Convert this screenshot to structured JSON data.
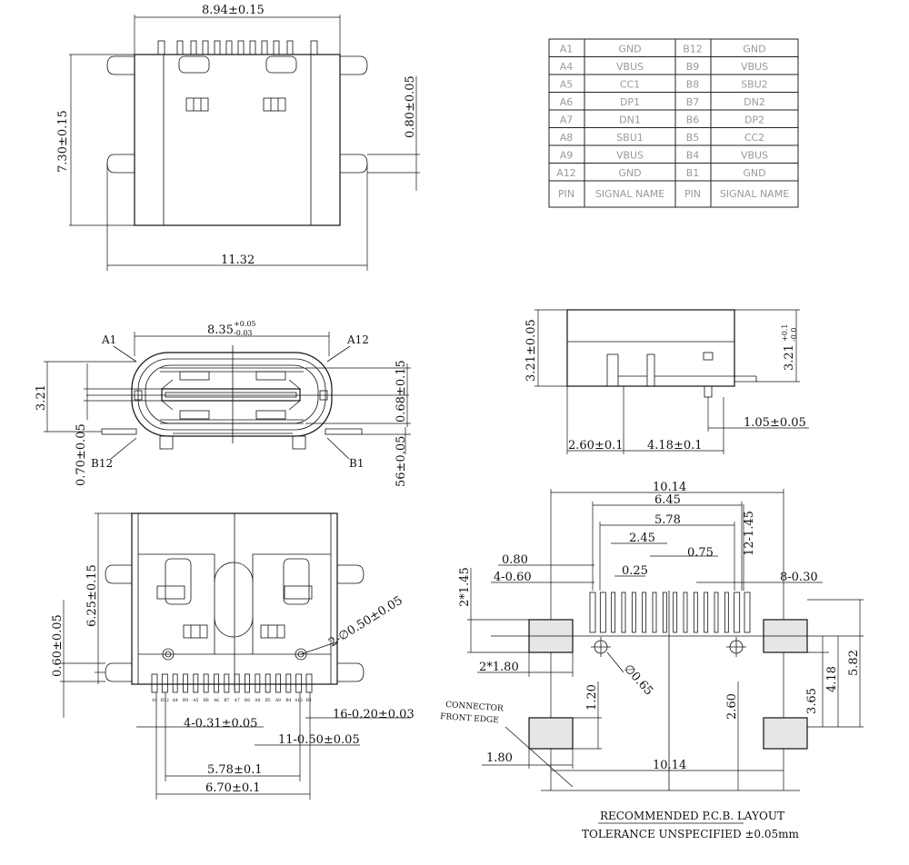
{
  "top_view": {
    "dim_width": "8.94±0.15",
    "dim_height": "7.30±0.15",
    "dim_overall": "11.32",
    "dim_pin_offset": "0.80±0.05"
  },
  "pin_table": {
    "rows": [
      [
        "A1",
        "GND",
        "B12",
        "GND"
      ],
      [
        "A4",
        "VBUS",
        "B9",
        "VBUS"
      ],
      [
        "A5",
        "CC1",
        "B8",
        "SBU2"
      ],
      [
        "A6",
        "DP1",
        "B7",
        "DN2"
      ],
      [
        "A7",
        "DN1",
        "B6",
        "DP2"
      ],
      [
        "A8",
        "SBU1",
        "B5",
        "CC2"
      ],
      [
        "A9",
        "VBUS",
        "B4",
        "VBUS"
      ],
      [
        "A12",
        "GND",
        "B1",
        "GND"
      ]
    ],
    "header": [
      "PIN",
      "SIGNAL NAME",
      "PIN",
      "SIGNAL NAME"
    ]
  },
  "front_view": {
    "dim_width": "8.35",
    "dim_width_tol_upper": "+0.05",
    "dim_width_tol_lower": "-0.03",
    "dim_height": "3.21",
    "dim_center": "0.70±0.05",
    "dim_slot": "0.68±0.15",
    "dim_tail": "56±0.05",
    "label_a1": "A1",
    "label_a12": "A12",
    "label_b12": "B12",
    "label_b1": "B1"
  },
  "side_view": {
    "dim_height_left": "3.21±0.05",
    "dim_height_right": "3.21",
    "dim_height_right_tol_upper": "+0.1",
    "dim_height_right_tol_lower": "-0.0",
    "dim_a": "2.60±0.1",
    "dim_b": "4.18±0.1",
    "dim_c": "1.05±0.05"
  },
  "bottom_view": {
    "dim_body": "6.25±0.15",
    "dim_offset": "0.60±0.05",
    "dim_holes": "2-∅0.50±0.05",
    "dim_pins_a": "4-0.31±0.05",
    "dim_pins_b": "16-0.20±0.03",
    "dim_pins_c": "11-0.50±0.05",
    "dim_span_a": "5.78±0.1",
    "dim_span_b": "6.70±0.1",
    "pin_labels": [
      "A1",
      "B12",
      "A4",
      "B9",
      "A5",
      "B8",
      "A6",
      "B7",
      "A7",
      "B6",
      "A8",
      "B5",
      "A9",
      "B4",
      "A12",
      "B1"
    ]
  },
  "pcb_layout": {
    "dim_total": "10.14",
    "dim_a": "6.45",
    "dim_b": "5.78",
    "dim_c": "2.45",
    "dim_d": "0.75",
    "dim_e": "0.25",
    "dim_f": "0.80",
    "dim_g": "4-0.60",
    "dim_h": "8-0.30",
    "dim_i": "12-1.45",
    "dim_j": "2*1.45",
    "dim_k": "2*1.80",
    "dim_l": "∅0.65",
    "dim_m": "1.20",
    "dim_n": "1.80",
    "dim_o": "10.14",
    "dim_p": "2.60",
    "dim_q": "3.65",
    "dim_r": "4.18",
    "dim_s": "5.82",
    "front_edge_label_1": "CONNECTOR",
    "front_edge_label_2": "FRONT EDGE"
  },
  "footer": {
    "line1": "RECOMMENDED  P.C.B.  LAYOUT",
    "line2": "TOLERANCE UNSPECIFIED ±0.05mm"
  }
}
